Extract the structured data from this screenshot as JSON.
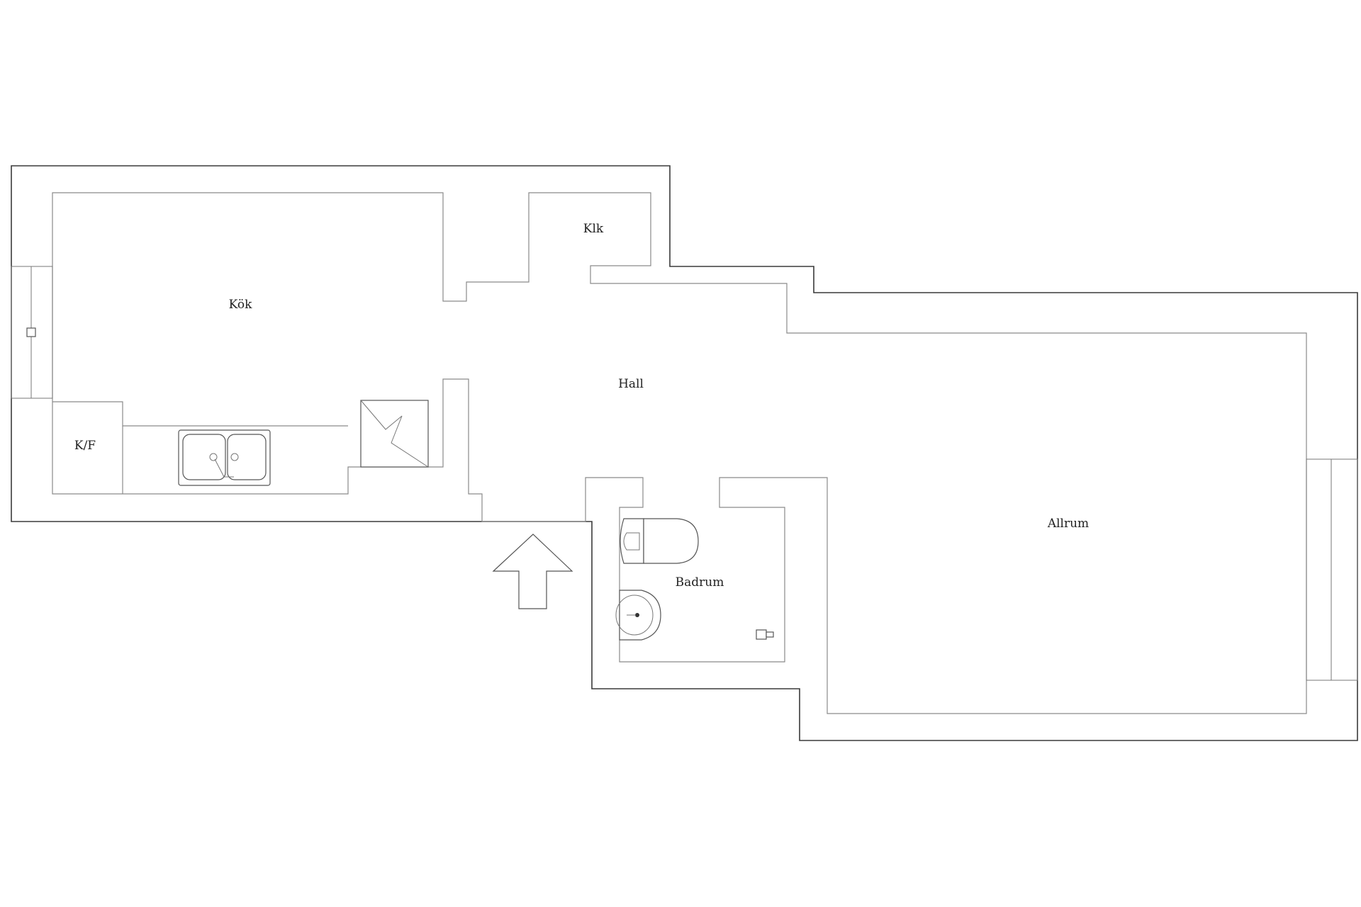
{
  "plan": {
    "rooms": {
      "kok": "Kök",
      "klk": "Klk",
      "hall": "Hall",
      "kf": "K/F",
      "allrum": "Allrum",
      "badrum": "Badrum"
    },
    "colors": {
      "outer_wall": "#3a3a3a",
      "inner_wall": "#8a8a8a",
      "background": "#ffffff"
    },
    "icons": [
      "entrance-arrow-icon",
      "double-sink-icon",
      "stove-icon",
      "toilet-icon",
      "washbasin-icon",
      "floor-drain-icon",
      "window-icon"
    ]
  }
}
